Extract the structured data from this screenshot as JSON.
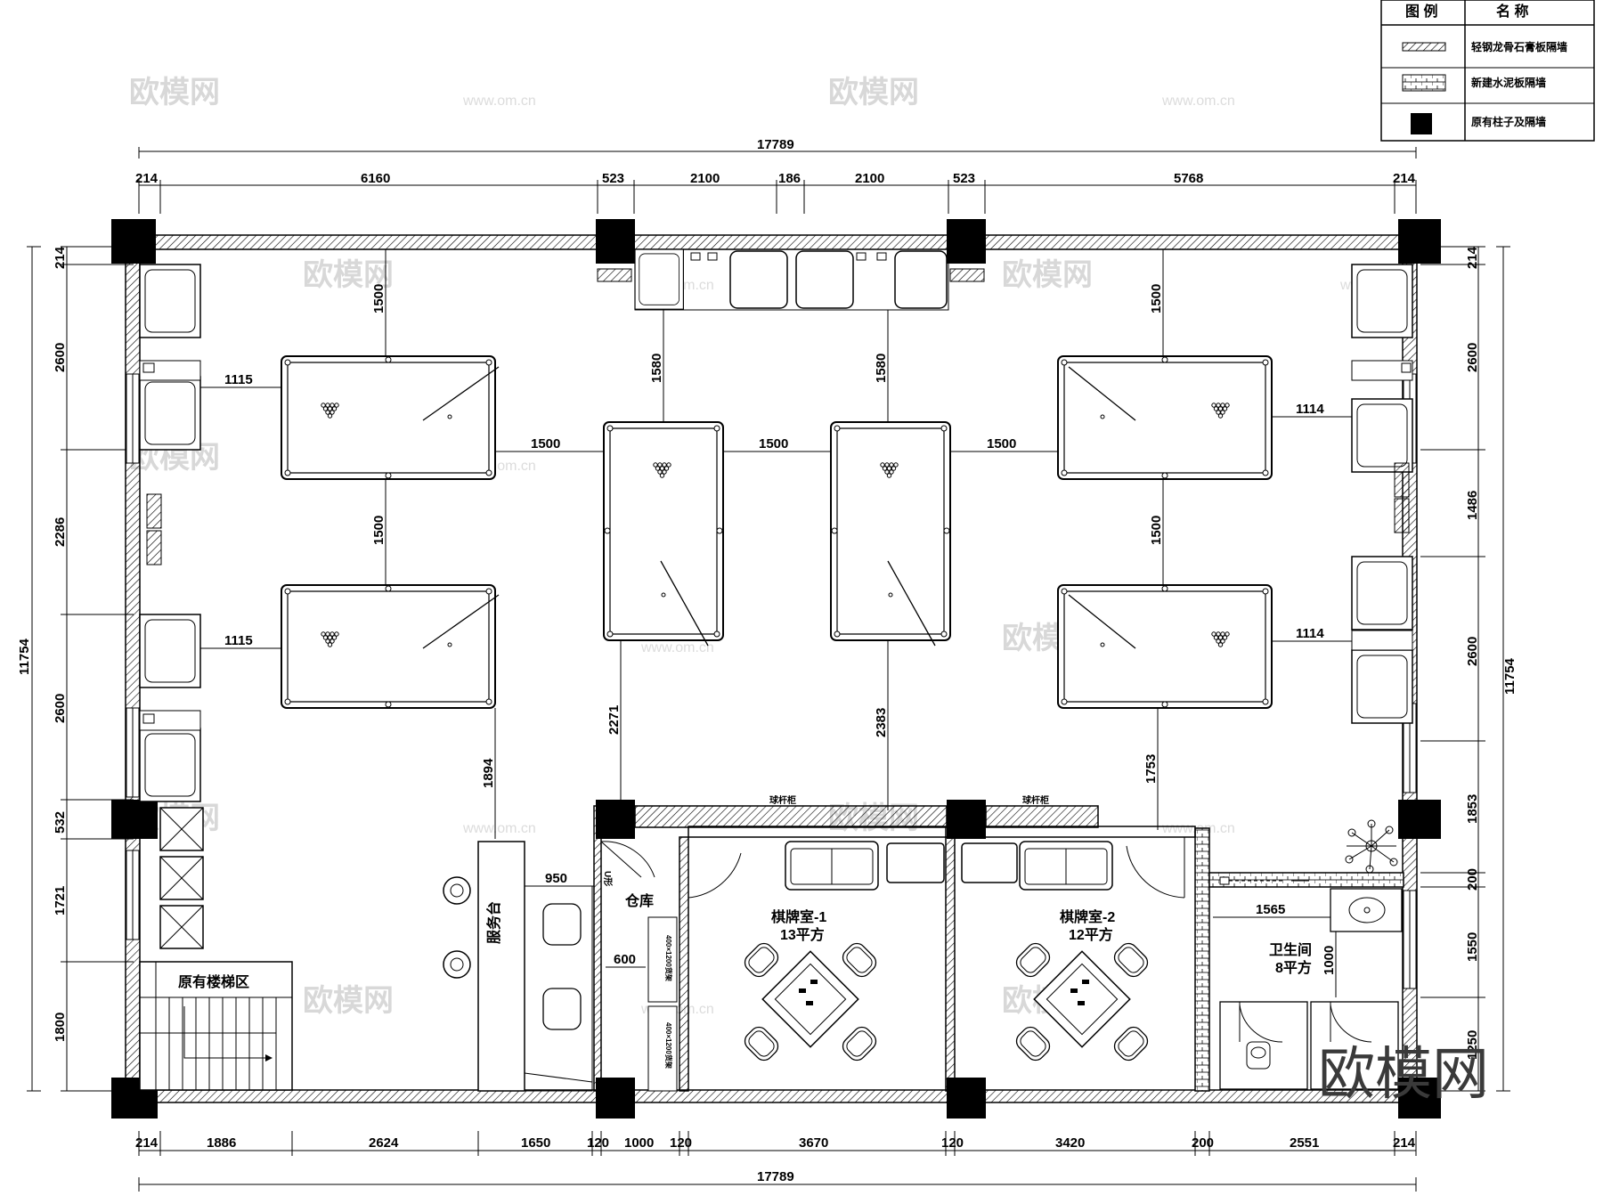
{
  "watermark": {
    "text": "欧模网",
    "url": "www.om.cn"
  },
  "legend": {
    "header_symbol": "图 例",
    "header_name": "名 称",
    "items": [
      "轻钢龙骨石膏板隔墙",
      "新建水泥板隔墙",
      "原有柱子及隔墙"
    ]
  },
  "dims": {
    "total_width": "17789",
    "total_height": "11754",
    "top": [
      "214",
      "6160",
      "523",
      "2100",
      "186",
      "2100",
      "523",
      "5768",
      "214"
    ],
    "bottom": [
      "214",
      "1886",
      "2624",
      "1650",
      "120",
      "1000",
      "120",
      "3670",
      "120",
      "3420",
      "200",
      "2551",
      "214"
    ],
    "left": [
      "214",
      "2600",
      "2286",
      "2600",
      "532",
      "1721",
      "1800"
    ],
    "right": [
      "214",
      "2600",
      "1486",
      "2600",
      "1853",
      "200",
      "1550",
      "1250"
    ],
    "interior": [
      "1500",
      "1500",
      "1115",
      "1115",
      "1500",
      "1500",
      "1500",
      "1580",
      "1580",
      "1500",
      "1500",
      "1114",
      "1114",
      "2271",
      "2383",
      "1753",
      "1894",
      "950",
      "600",
      "1565",
      "1000"
    ]
  },
  "rooms": {
    "cue_rack": "球杆柜",
    "door_mark": "U形",
    "service_counter": "服务台",
    "storage": "仓库",
    "shelf": "400×1200货架",
    "stairs": "原有楼梯区",
    "card_room_1": {
      "name": "棋牌室-1",
      "area": "13平方"
    },
    "card_room_2": {
      "name": "棋牌室-2",
      "area": "12平方"
    },
    "restroom": {
      "name": "卫生间",
      "area": "8平方"
    }
  }
}
